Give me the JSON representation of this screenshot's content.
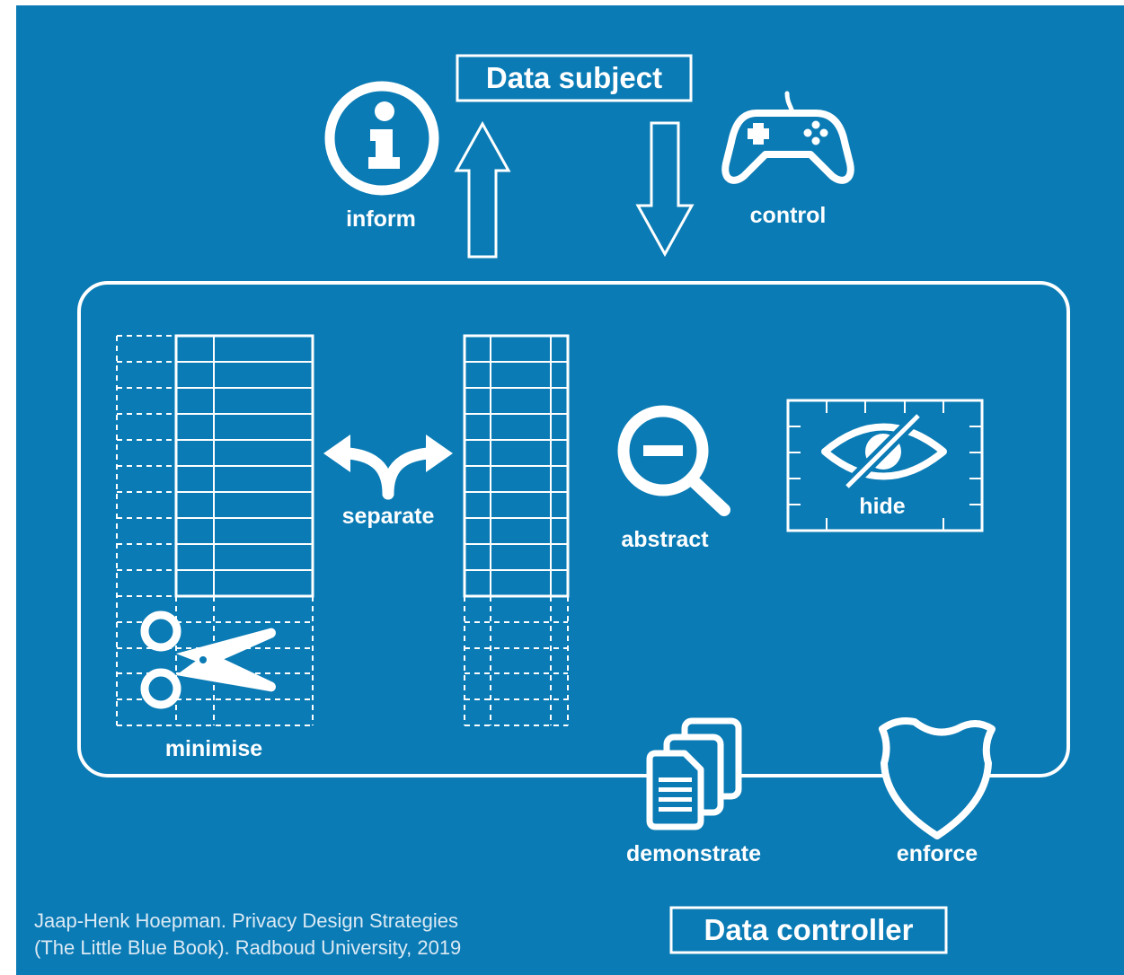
{
  "colors": {
    "background": "#0a7bb5",
    "border": "#ffffff",
    "foreground": "#ffffff"
  },
  "boxes": {
    "data_subject": "Data subject",
    "data_controller": "Data controller"
  },
  "strategies": {
    "inform": "inform",
    "control": "control",
    "separate": "separate",
    "abstract": "abstract",
    "hide": "hide",
    "minimise": "minimise",
    "demonstrate": "demonstrate",
    "enforce": "enforce"
  },
  "icons": {
    "inform": "info-icon",
    "control": "gamepad-icon",
    "separate": "split-arrow-icon",
    "abstract": "magnifier-minus-icon",
    "hide": "crossed-eye-icon",
    "minimise": "scissors-icon",
    "demonstrate": "document-stack-icon",
    "enforce": "shield-icon"
  },
  "credit": {
    "line1": "Jaap-Henk Hoepman. Privacy Design Strategies",
    "line2": "(The Little Blue Book). Radboud University, 2019"
  }
}
